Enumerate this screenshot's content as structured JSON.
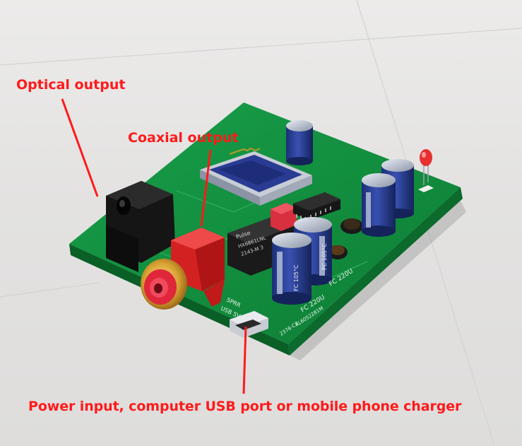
{
  "annotations": {
    "optical": "Optical output",
    "coaxial": "Coaxial output",
    "power": "Power input, computer USB port or mobile phone charger"
  },
  "board_print": {
    "module_brand": "Pulse",
    "module_part": "HX6861LNL",
    "module_code": "2143-M 3",
    "cap_rating_1": "FC 220U",
    "cap_rating_2": "FC 220U",
    "cap_side_label": "FC 105°C",
    "port_label": "USB 5V",
    "board_code": "2376-C3",
    "serial": "KL6052281M",
    "silkscreen": "5PRR"
  },
  "colors": {
    "annotation": "#ff1a1a",
    "pcb": "#0f8a3a",
    "background": "#e6e5e4"
  }
}
